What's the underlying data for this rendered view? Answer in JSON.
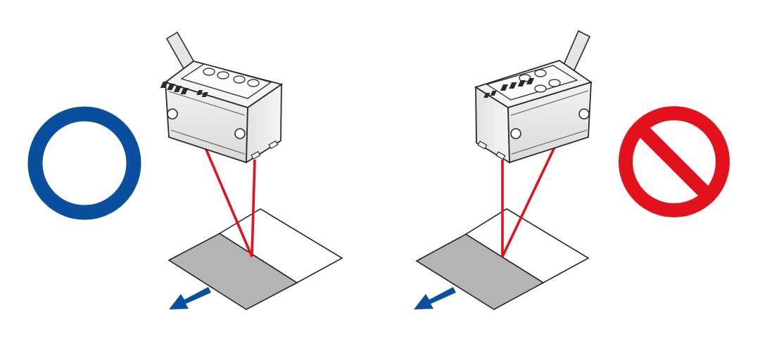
{
  "colors": {
    "background": "#ffffff",
    "correct_mark": "#0a4f9e",
    "incorrect_mark": "#e3111b",
    "laser_beam": "#e3111b",
    "motion_arrow": "#0a4f9e",
    "target_dark_area": "#b4b4b4",
    "target_light_area": "#ffffff",
    "sensor_body": "#ececec",
    "sensor_outline": "#2a2a2a",
    "display_panel": "#f5f5f5"
  },
  "panels": [
    {
      "id": "correct-orientation",
      "verdict": "correct",
      "mark_icon": "circle-ok-icon",
      "sensor_facing": "right",
      "motion_direction": "down-left"
    },
    {
      "id": "incorrect-orientation",
      "verdict": "incorrect",
      "mark_icon": "prohibited-icon",
      "sensor_facing": "left",
      "motion_direction": "down-left"
    }
  ]
}
